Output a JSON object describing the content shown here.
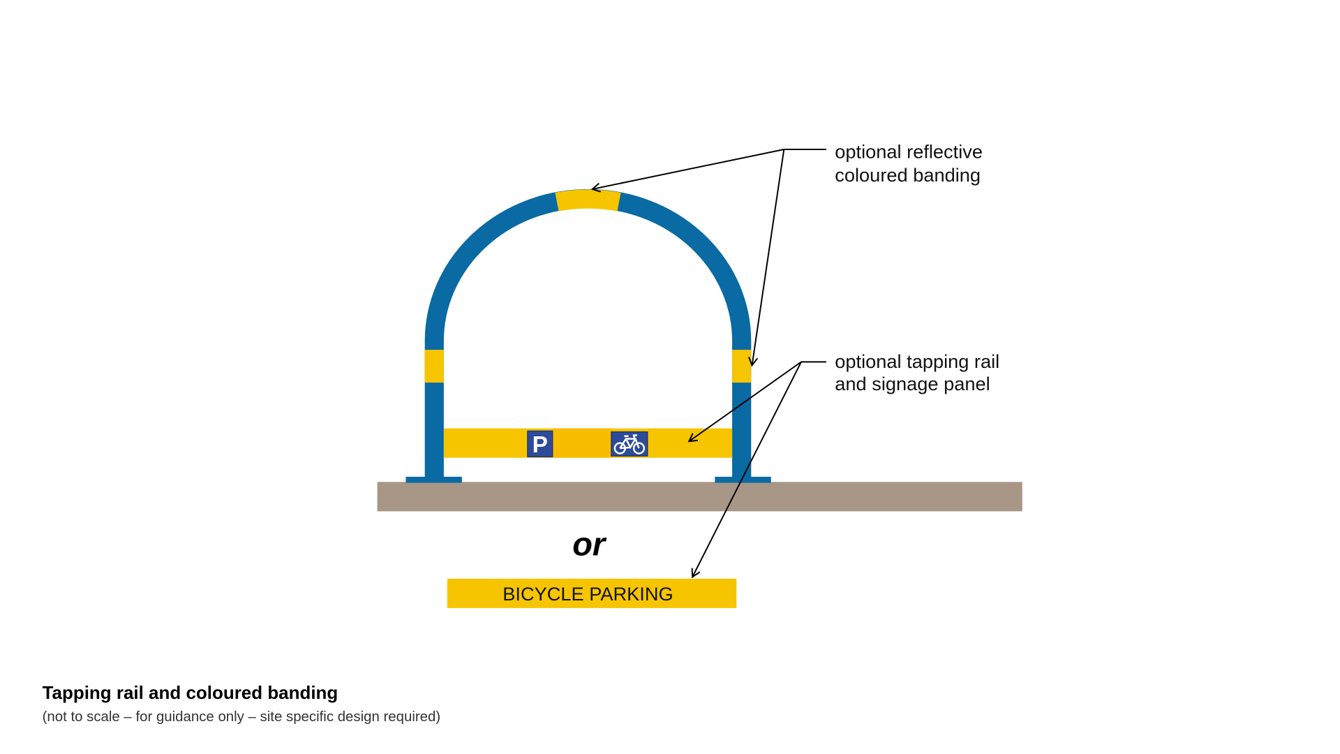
{
  "labels": {
    "banding_line1": "optional reflective",
    "banding_line2": "coloured banding",
    "rail_line1": "optional tapping rail",
    "rail_line2": "and signage panel",
    "or": "or",
    "sign_text": "BICYCLE PARKING",
    "parking_symbol": "P"
  },
  "caption": {
    "title": "Tapping rail and coloured banding",
    "subtitle": "(not to scale – for guidance only – site specific design required)"
  },
  "colors": {
    "stand_blue": "#0a6aa3",
    "band_yellow": "#f6c500",
    "ground": "#a89686",
    "sign_blue": "#2d4b9b"
  }
}
